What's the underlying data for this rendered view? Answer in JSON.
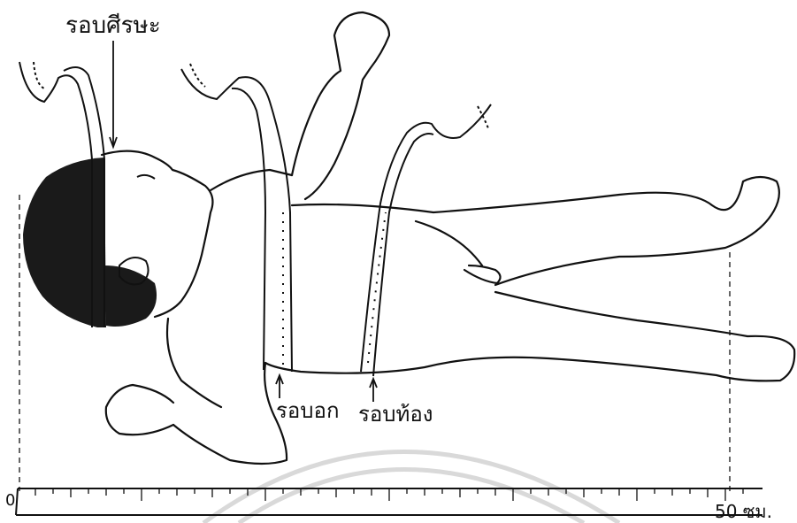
{
  "labels": {
    "head": "รอบศีรษะ",
    "chest": "รอบอก",
    "abdomen": "รอบท้อง",
    "ruler_start": "0",
    "ruler_end": "50 ซม."
  },
  "colors": {
    "ink": "#111111",
    "paper": "#ffffff",
    "watermark": "#d9d9d9"
  }
}
